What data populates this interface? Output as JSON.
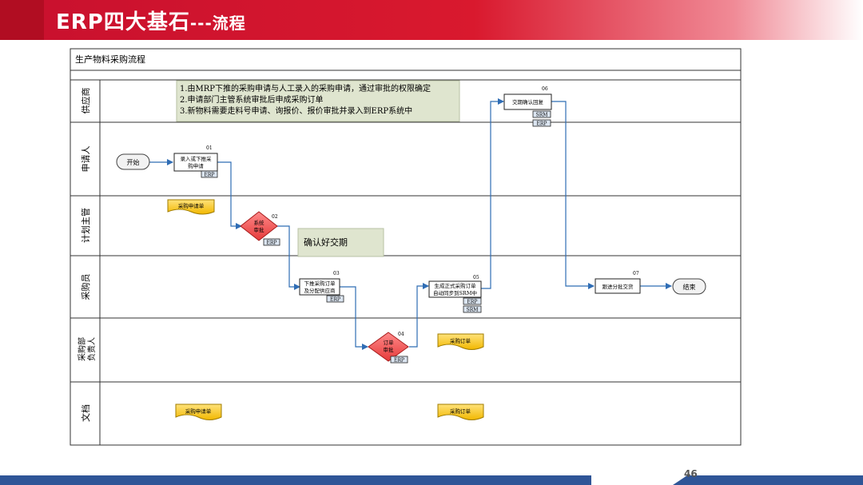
{
  "slide": {
    "title_main": "ERP四大基石",
    "title_sub": "---流程",
    "page_number": "46"
  },
  "diagram": {
    "process_title": "生产物料采购流程",
    "lanes": [
      "供应商",
      "申请人",
      "计划主管",
      "采购员",
      "采购部\n负责人",
      "文档"
    ],
    "notes": [
      "1.由MRP下推的采购申请与人工录入的采购申请，通过审批的权限确定",
      "2.申请部门主管系统审批后申成采购订单",
      "3.新物料需要走料号申请、询报价、报价审批并录入到ERP系统中"
    ],
    "callout": "确认好交期",
    "start_label": "开始",
    "end_label": "结束",
    "steps": [
      {
        "num": "01",
        "text1": "录入或下推采",
        "text2": "购申请",
        "tags": [
          "ERP"
        ]
      },
      {
        "num": "02",
        "text1": "系统",
        "text2": "审批",
        "tags": [
          "ERP"
        ]
      },
      {
        "num": "03",
        "text1": "下推采购订单",
        "text2": "及分配供应商",
        "tags": [
          "ERP"
        ]
      },
      {
        "num": "04",
        "text1": "订单",
        "text2": "审批",
        "tags": [
          "ERP"
        ]
      },
      {
        "num": "05",
        "text1": "生成正式采购订单",
        "text2": "自动同步到SRM中",
        "tags": [
          "ERP",
          "SRM"
        ]
      },
      {
        "num": "06",
        "text1": "交期确认回复",
        "text2": "",
        "tags": [
          "SRM",
          "ERP"
        ]
      },
      {
        "num": "07",
        "text1": "跟进分批交货",
        "text2": "",
        "tags": []
      }
    ],
    "documents": {
      "planner_doc": "采购申请单",
      "manager_doc": "采购订单",
      "doc_lane_1": "采购申请单",
      "doc_lane_2": "采购订单"
    }
  }
}
